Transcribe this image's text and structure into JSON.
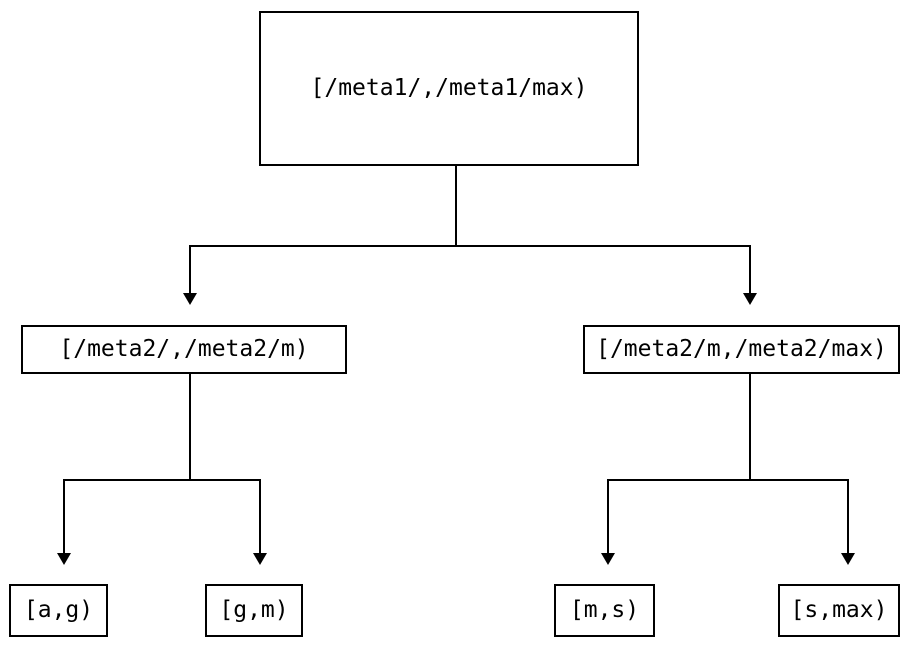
{
  "diagram": {
    "type": "binary-tree",
    "title": "",
    "background_color": "#ffffff",
    "line_color": "#000000",
    "text_color": "#000000",
    "nodes": {
      "root": {
        "label": "[/meta1/,/meta1/max)"
      },
      "mid_left": {
        "label": "[/meta2/,/meta2/m)"
      },
      "mid_right": {
        "label": "[/meta2/m,/meta2/max)"
      },
      "leaf_1": {
        "label": "[a,g)"
      },
      "leaf_2": {
        "label": "[g,m)"
      },
      "leaf_3": {
        "label": "[m,s)"
      },
      "leaf_4": {
        "label": "[s,max)"
      }
    },
    "edges": [
      {
        "from": "root",
        "to": "mid_left"
      },
      {
        "from": "root",
        "to": "mid_right"
      },
      {
        "from": "mid_left",
        "to": "leaf_1"
      },
      {
        "from": "mid_left",
        "to": "leaf_2"
      },
      {
        "from": "mid_right",
        "to": "leaf_3"
      },
      {
        "from": "mid_right",
        "to": "leaf_4"
      }
    ]
  }
}
